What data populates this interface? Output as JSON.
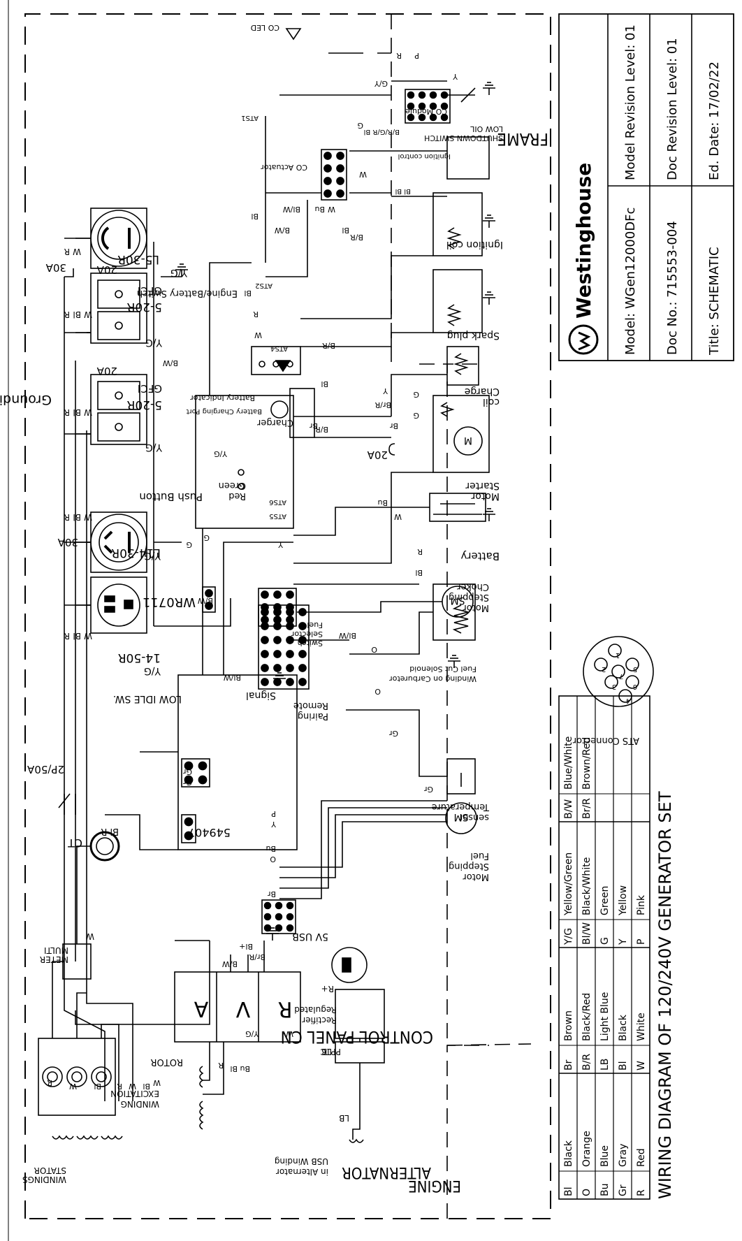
{
  "grounding_note": "Grounding Systen(AC): Netural Bonded To Frame",
  "diagram_title": "WIRING DIAGRAM OF 120/240V GENERATOR SET",
  "sections": {
    "frame": "FRAME",
    "control_panel": "CONTROL PANEL CN",
    "alternator": "ALTERNATOR",
    "engine": "ENGINE"
  },
  "receptacles": {
    "l5_30r": "L5-30R",
    "gfci_1": {
      "type": "5-20R",
      "gfci": "GFCI",
      "amps": "20A"
    },
    "gfci_2": {
      "type": "5-20R",
      "gfci": "GFCI",
      "amps": "20A"
    },
    "l14_30r": "L14-30R",
    "r14_50r": "14-50R",
    "breaker_30a_top": "30A",
    "breaker_30a_mid": "30A",
    "main_breaker": "2P/50A"
  },
  "components": {
    "ct": "CT",
    "multimeter": [
      "MULTI",
      "METER"
    ],
    "avr": [
      "A",
      "V",
      "R"
    ],
    "rotor": "ROTOR",
    "excitation": [
      "EXCITATION",
      "WINDING"
    ],
    "stator": [
      "STATOR",
      "WINDINGS"
    ],
    "usb_winding": [
      "USB Winding",
      "in Alternator"
    ],
    "pptc": "PPTC",
    "regulated_rectifier": [
      "Regulated",
      "Rectifier"
    ],
    "usb": "5V USB",
    "low_idle_sw": "LOW IDLE SW.",
    "module_549407": "549407",
    "wr0711": "WR0711",
    "signal": "Signal",
    "remote_pairing": [
      "Remote",
      "Pairing"
    ],
    "fuel_selector": [
      "Fuel",
      "Selector",
      "Switch"
    ],
    "push_button": "Push Button",
    "push_green": "Green",
    "push_red": "Red",
    "battery_indicator": "Battery Indicator",
    "battery_charging_port": "Battery Charging Port",
    "charger": "Charger",
    "engine_battery_switch": "Engine/Battery Switch",
    "co_actuator": "CO Actuator",
    "co_module": "CO Module",
    "co_led": "CO LED",
    "ats": [
      "ATS1",
      "ATS2",
      "ATS4",
      "ATS5",
      "ATS6"
    ],
    "fuel_stepping_motor": [
      "Fuel",
      "Stepping",
      "Motor"
    ],
    "temperature_sensor": [
      "Temperature",
      "sensor"
    ],
    "fuel_cut_solenoid": [
      "Fuel Cut Solenoid",
      "Winding on Carburetor"
    ],
    "choker_stepping_motor": [
      "Choker",
      "Stepping",
      "Motor"
    ],
    "battery": "Battery",
    "fuse_20a": "20A",
    "starter_motor": [
      "Starter",
      "Motor"
    ],
    "charge_coil": [
      "Charge",
      "coil"
    ],
    "spark_plug": "Spark plug",
    "ignition_coil": "Ignition coil",
    "ignition_control": "Ignition control",
    "low_oil_switch": [
      "LOW OIL",
      "SHUTDOWN SWITCH"
    ],
    "ats_connector": "ATS Connector",
    "sm": "SM",
    "starter_m": "M"
  },
  "ats_pins": [
    "1",
    "2",
    "3",
    "4",
    "5",
    "6",
    "7"
  ],
  "color_legend": [
    [
      [
        "Bl",
        "Black"
      ],
      [
        "Br",
        "Brown"
      ],
      [
        "Y/G",
        "Yellow/Green"
      ],
      [
        "B/W",
        "Blue/White"
      ]
    ],
    [
      [
        "O",
        "Orange"
      ],
      [
        "B/R",
        "Black/Red"
      ],
      [
        "Bl/W",
        "Black/White"
      ],
      [
        "Br/R",
        "Brown/Red"
      ]
    ],
    [
      [
        "Bu",
        "Blue"
      ],
      [
        "LB",
        "Light Blue"
      ],
      [
        "G",
        "Green"
      ],
      [
        "",
        ""
      ]
    ],
    [
      [
        "Gr",
        "Gray"
      ],
      [
        "Bl",
        "Black"
      ],
      [
        "Y",
        "Yellow"
      ],
      [
        "",
        ""
      ]
    ],
    [
      [
        "R",
        "Red"
      ],
      [
        "W",
        "White"
      ],
      [
        "P",
        "Pink"
      ],
      [
        "",
        ""
      ]
    ]
  ],
  "title_block": {
    "brand": "Westinghouse",
    "model": "Model: WGen12000DFc",
    "model_rev": "Model Revision Level: 01",
    "doc_no": "Doc No.: 715553-004",
    "doc_rev": "Doc Revision Level: 01",
    "title": "Title: SCHEMATIC",
    "ed_date": "Ed. Date: 17/02/22"
  },
  "wire_labels": {
    "R": "R",
    "W": "W",
    "Bl": "Bl",
    "YG": "Y/G",
    "BW": "B/W",
    "BR": "B/R",
    "Bu": "Bu",
    "G": "G",
    "Y": "Y",
    "O": "O",
    "P": "P",
    "Gr": "Gr",
    "Br": "Br",
    "BrR": "Br/R",
    "BlW": "Bl/W",
    "LB": "LB",
    "Rplus": "R+",
    "Blplus": "Bl+",
    "BlR": "Bl R",
    "GY": "G/Y",
    "BRGRBl": "B/R/G/R Bl",
    "BlBl": "Bl Bl"
  }
}
